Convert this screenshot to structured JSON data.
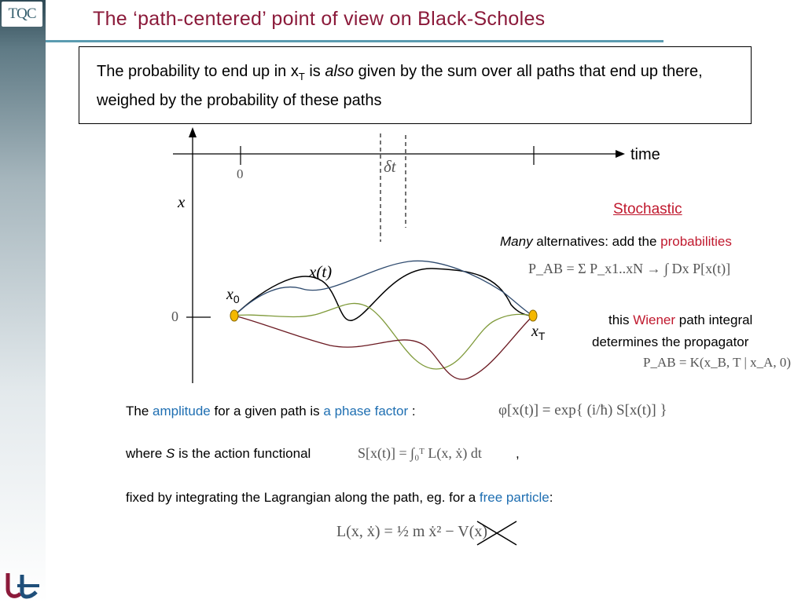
{
  "slide": {
    "title": "The ‘path-centered’ point of view on Black-Scholes",
    "logo_top_text": "TQC",
    "callout": {
      "part1": "The probability to end up in x",
      "sub": "T",
      "part2": " is ",
      "also": "also",
      "part3": " given by the sum over all paths that end up there, weighed by the probability of these paths"
    }
  },
  "diagram": {
    "time_label": "time",
    "x_axis_label": "x",
    "zero_time": "0",
    "zero_x": "0",
    "delta_t": "δt",
    "path_label": "x(t)",
    "x0_label": "x",
    "x0_sub": "0",
    "xT_label": "x",
    "xT_sub": "T",
    "path_colors": [
      "#000000",
      "#2e4a6e",
      "#7f9a3a",
      "#6b1a22"
    ],
    "node_color": "#f5b800"
  },
  "stochastic": {
    "heading": "Stochastic",
    "many": "Many",
    "alt_text": " alternatives: add the ",
    "probabilities": "probabilities",
    "eq1": "P_AB = Σ P_x1..xN → ∫ Dx P[x(t)]",
    "this_text": "this ",
    "wiener": "Wiener",
    "path_integral": " path integral",
    "determines": "determines the propagator",
    "eq2": "P_AB = K(x_B, T | x_A, 0)"
  },
  "body": {
    "line1_a": "The ",
    "amplitude": "amplitude",
    "line1_b": " for a given path is ",
    "phase_factor": "a phase factor",
    "line1_c": " :",
    "eq_phase": "φ[x(t)] = exp{ (i/ħ) S[x(t)] }",
    "line2_a": "where ",
    "S": "S",
    "line2_b": " is the action functional",
    "eq_action": "S[x(t)] = ∫₀ᵀ L(x, ẋ) dt",
    "line2_c": ",",
    "line3_a": "fixed by integrating the Lagrangian along the path, eg. for a ",
    "free_particle": "free particle",
    "line3_b": ":",
    "eq_lagrangian": "L(x, ẋ) = ½ m ẋ² − V(x)"
  }
}
